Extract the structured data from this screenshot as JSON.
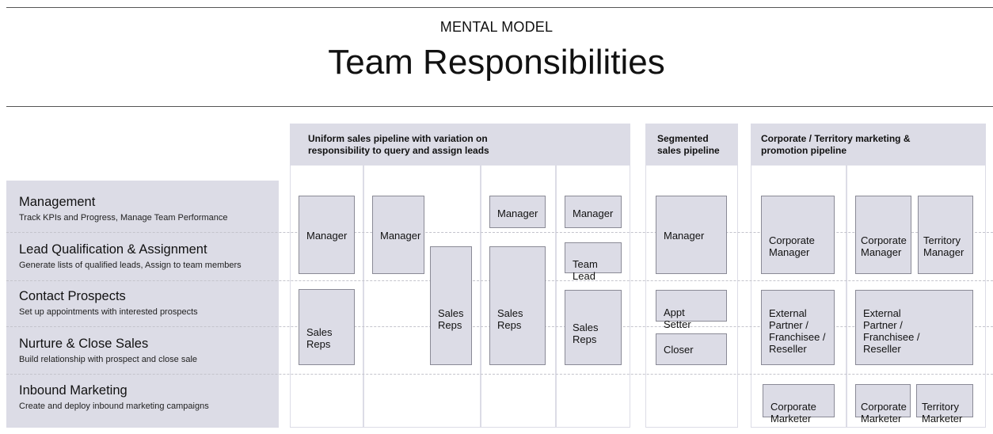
{
  "header": {
    "subtitle": "MENTAL MODEL",
    "title": "Team Responsibilities"
  },
  "rows": [
    {
      "name": "Management",
      "desc": "Track KPIs and Progress, Manage Team Performance"
    },
    {
      "name": "Lead Qualification & Assignment",
      "desc": "Generate lists of qualified leads, Assign to team members"
    },
    {
      "name": "Contact Prospects",
      "desc": "Set up appointments with interested prospects"
    },
    {
      "name": "Nurture & Close Sales",
      "desc": "Build relationship with prospect and close sale"
    },
    {
      "name": "Inbound Marketing",
      "desc": "Create and deploy inbound marketing campaigns"
    }
  ],
  "panels": [
    {
      "header": "Uniform sales pipeline with variation on\nresponsibility to query and assign leads"
    },
    {
      "header": "Segmented\nsales pipeline"
    },
    {
      "header": "Corporate / Territory marketing &\npromotion pipeline"
    }
  ],
  "boxes": {
    "manager": "Manager",
    "sales_reps": "Sales\nReps",
    "team_lead": "Team\nLead",
    "appt_setter": "Appt\nSetter",
    "closer": "Closer",
    "corporate_manager": "Corporate\nManager",
    "territory_manager": "Territory\nManager",
    "external_partner": "External\nPartner /\nFranchisee /\nReseller",
    "corporate_marketer": "Corporate\nMarketer",
    "territory_marketer": "Territory\nMarketer"
  }
}
